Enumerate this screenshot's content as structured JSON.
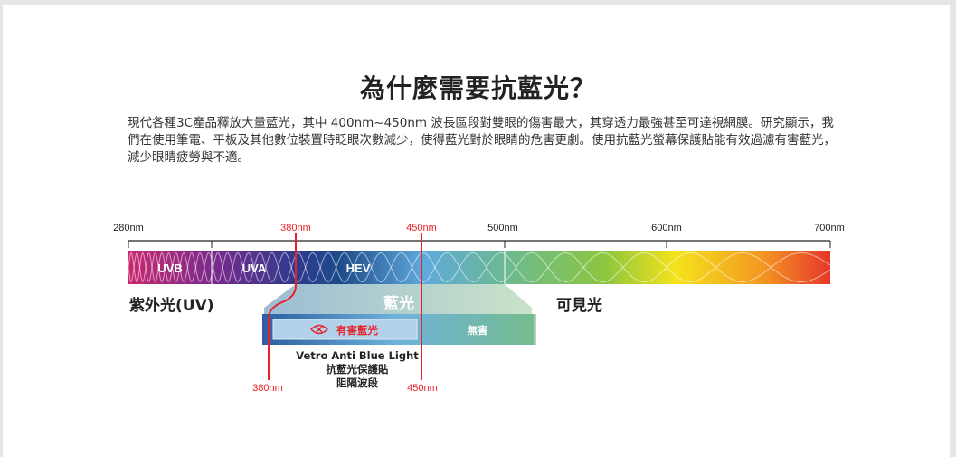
{
  "title": "為什麼需要抗藍光？",
  "paragraph": "現代各種3C產品釋放大量藍光，其中 400nm~450nm 波長區段對雙眼的傷害最大，其穿透力最強甚至可達視網膜。研究顯示，我們在使用筆電、平板及其他數位裝置時眨眼次數減少，使得藍光對於眼睛的危害更劇。使用抗藍光螢幕保護貼能有效過濾有害藍光，減少眼睛疲勞與不適。",
  "scale": {
    "ticks": [
      "280nm",
      "500nm",
      "600nm",
      "700nm"
    ],
    "red_ticks": [
      "380nm",
      "450nm"
    ]
  },
  "bands": {
    "uvb": "UVB",
    "uva": "UVA",
    "hev": "HEV"
  },
  "regions": {
    "uv": "紫外光(UV)",
    "blue": "藍光",
    "visible": "可見光"
  },
  "filter": {
    "harmful": "有害藍光",
    "harmless": "無害",
    "bottom_380": "380nm",
    "bottom_450": "450nm"
  },
  "product": {
    "name": "Vetro Anti Blue Light",
    "line2": "抗藍光保護貼",
    "line3": "阻隔波段"
  },
  "colors": {
    "red": "#e8212a"
  }
}
